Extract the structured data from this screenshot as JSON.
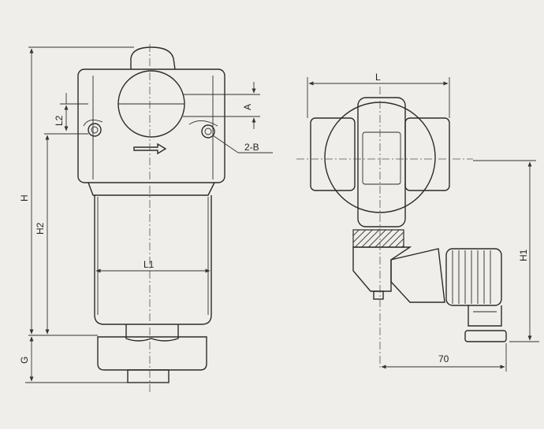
{
  "labels": {
    "H": "H",
    "H1": "H1",
    "H2": "H2",
    "L": "L",
    "L1": "L1",
    "L2": "L2",
    "A": "A",
    "G": "G",
    "B2": "2-B",
    "d70": "70"
  },
  "colors": {
    "paper": "#efeeea",
    "ink": "#2b2b2b"
  }
}
